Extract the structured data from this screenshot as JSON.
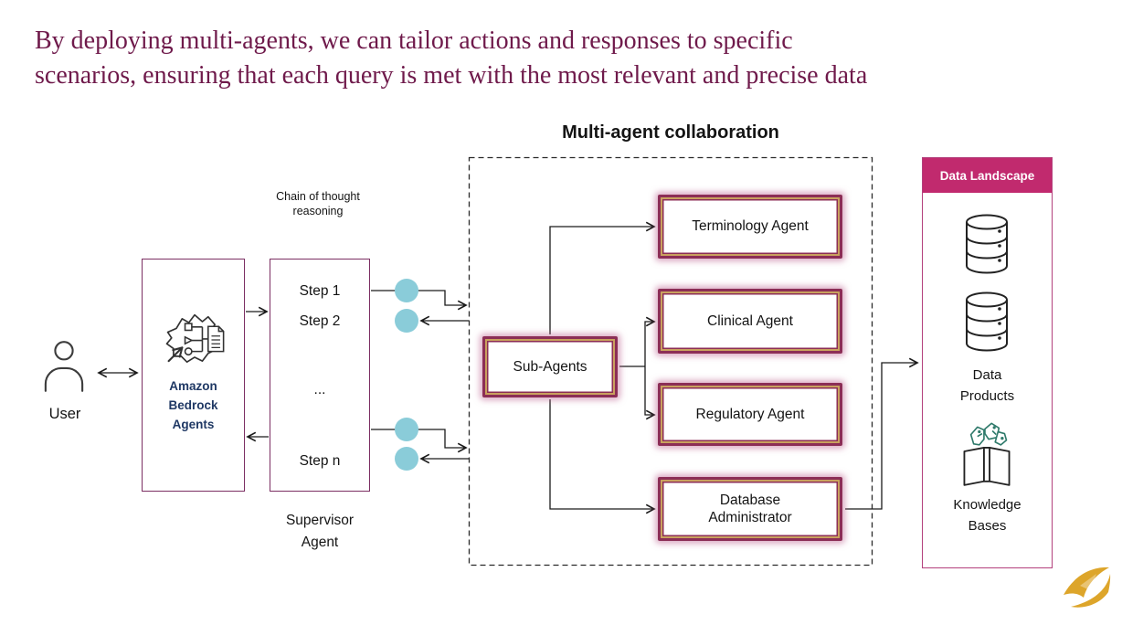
{
  "slide": {
    "title": "By deploying multi-agents, we can tailor actions and responses to specific\nscenarios, ensuring that each query is met with the most relevant and precise data"
  },
  "colors": {
    "title_text": "#6f1a4b",
    "thin_box_border": "#7b2e62",
    "agent_border_maroon": "#8c2e56",
    "agent_border_gold": "#c9a15e",
    "landscape_header_bg": "#c12a6e",
    "step_marker_cyan": "#8accd9",
    "bedrock_label_navy": "#1f3864",
    "logo_gold": "#dda52a"
  },
  "diagram": {
    "collaboration_title": "Multi-agent collaboration",
    "user": {
      "label": "User"
    },
    "bedrock": {
      "label": "Amazon\nBedrock\nAgents"
    },
    "chain_of_thought_label": "Chain of thought\nreasoning",
    "supervisor": {
      "steps": [
        "Step 1",
        "Step 2",
        "...",
        "Step n"
      ],
      "label": "Supervisor\nAgent"
    },
    "sub_agents": {
      "label": "Sub-Agents"
    },
    "agents": [
      "Terminology Agent",
      "Clinical Agent",
      "Regulatory Agent",
      "Database\nAdministrator"
    ],
    "data_landscape": {
      "header": "Data Landscape",
      "data_products_label": "Data\nProducts",
      "knowledge_bases_label": "Knowledge\nBases"
    }
  }
}
